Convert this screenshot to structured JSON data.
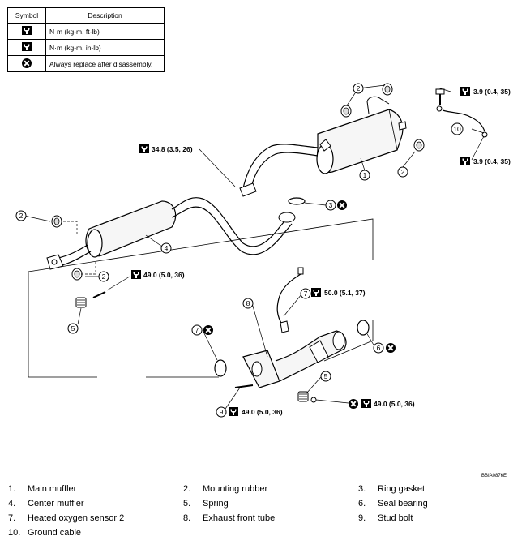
{
  "legend": {
    "header_symbol": "Symbol",
    "header_description": "Description",
    "rows": [
      {
        "icon": "torque-wrench-icon",
        "description": "N·m (kg-m, ft-lb)"
      },
      {
        "icon": "torque-wrench-small-icon",
        "description": "N·m (kg-m, in-lb)"
      },
      {
        "icon": "replace-x-icon",
        "description": "Always replace after disassembly."
      }
    ]
  },
  "callouts": {
    "c1": "1",
    "c2a": "2",
    "c2b": "2",
    "c2c": "2",
    "c2d": "2",
    "c3": "3",
    "c4": "4",
    "c5a": "5",
    "c5b": "5",
    "c6": "6",
    "c7a": "7",
    "c7b": "7",
    "c8": "8",
    "c9": "9",
    "c10": "10"
  },
  "torques": {
    "t_top1": "3.9 (0.4, 35)",
    "t_top2": "3.9 (0.4, 35)",
    "t_mid": "34.8 (3.5, 26)",
    "t_left": "49.0 (5.0, 36)",
    "t_sensor": "50.0 (5.1, 37)",
    "t_stud": "49.0 (5.0, 36)",
    "t_nut": "49.0 (5.0, 36)"
  },
  "figure_code": "BBIA0876E",
  "parts": [
    {
      "num": "1.",
      "name": "Main muffler"
    },
    {
      "num": "2.",
      "name": "Mounting rubber"
    },
    {
      "num": "3.",
      "name": "Ring gasket"
    },
    {
      "num": "4.",
      "name": "Center muffler"
    },
    {
      "num": "5.",
      "name": "Spring"
    },
    {
      "num": "6.",
      "name": "Seal bearing"
    },
    {
      "num": "7.",
      "name": "Heated oxygen sensor 2"
    },
    {
      "num": "8.",
      "name": "Exhaust front tube"
    },
    {
      "num": "9.",
      "name": "Stud bolt"
    },
    {
      "num": "10.",
      "name": "Ground cable"
    }
  ]
}
